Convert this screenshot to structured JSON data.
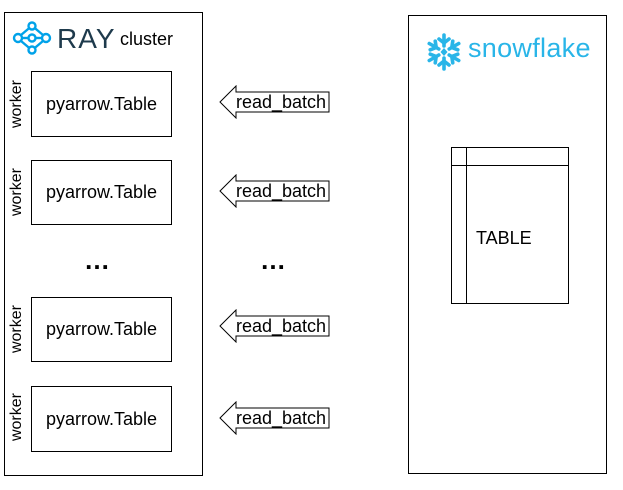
{
  "ray": {
    "logo_text": "RAY",
    "cluster_label": "cluster"
  },
  "workers": [
    {
      "label": "worker",
      "table": "pyarrow.Table",
      "arrow": "read_batch"
    },
    {
      "label": "worker",
      "table": "pyarrow.Table",
      "arrow": "read_batch"
    },
    {
      "label": "worker",
      "table": "pyarrow.Table",
      "arrow": "read_batch"
    },
    {
      "label": "worker",
      "table": "pyarrow.Table",
      "arrow": "read_batch"
    }
  ],
  "ellipsis": "…",
  "snowflake": {
    "logo_text": "snowflake",
    "table_label": "TABLE"
  },
  "colors": {
    "ray_blue": "#00a2e9",
    "ray_text": "#1e3a4c",
    "snowflake_blue": "#29b5e8"
  },
  "icons": {
    "ray": "ray-logo-icon",
    "snowflake": "snowflake-logo-icon"
  }
}
